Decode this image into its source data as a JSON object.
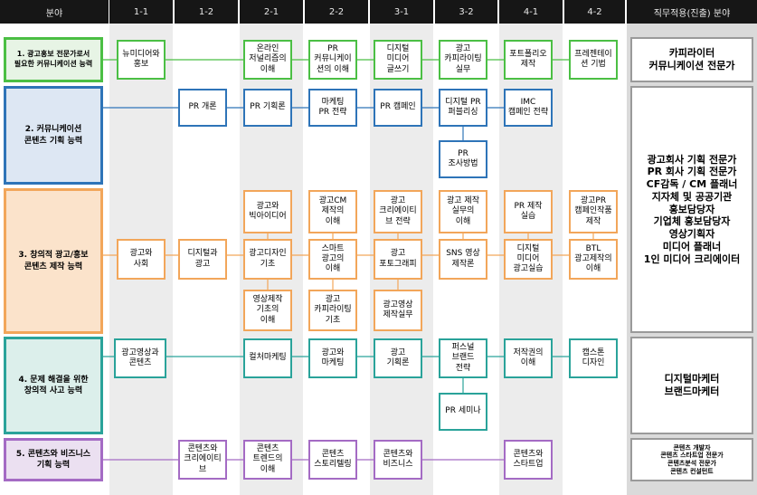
{
  "headers": [
    "분야",
    "1-1",
    "1-2",
    "2-1",
    "2-2",
    "3-1",
    "3-2",
    "4-1",
    "4-2",
    "직무적용(진출) 분야"
  ],
  "rows": [
    {
      "label": "1. 광고홍보 전문가로서\n필요한 커뮤니케이션 능력",
      "color": "#4bbf44",
      "fill": "#e7f4e5"
    },
    {
      "label": "2. 커뮤니케이션\n콘텐츠 기획 능력",
      "color": "#2e74b8",
      "fill": "#dde7f3"
    },
    {
      "label": "3. 창의적 광고/홍보\n콘텐츠 제작 능력",
      "color": "#f2a65a",
      "fill": "#fbe3cb"
    },
    {
      "label": "4. 문제 해결을 위한\n창의적 사고 능력",
      "color": "#2aa39a",
      "fill": "#dcefeb"
    },
    {
      "label": "5. 콘텐츠와 비즈니스\n기획 능력",
      "color": "#a46bc4",
      "fill": "#ebe0f1"
    }
  ],
  "jobs": [
    "카피라이터\n커뮤니케이션 전문가",
    "광고회사 기획 전문가\nPR 회사 기획 전문가\nCF감독 / CM 플래너\n지자체 및 공공기관\n홍보담당자\n기업체 홍보담당자\n영상기획자\n미디어 플래너\n1인 미디어 크리에이터",
    "디지털마케터\n브랜드마케터",
    "콘텐츠 개발자\n콘텐츠 스타트업 전문가\n콘텐츠분석 전문가\n콘텐츠 컨설턴트"
  ],
  "courses": {
    "r1": [
      "뉴미디어와\n홍보",
      "온라인\n저널리즘의\n이해",
      "PR\n커뮤니케이\n션의 이해",
      "디지털\n미디어\n글쓰기",
      "광고\n카피라이팅\n실무",
      "포트폴리오\n제작",
      "프레젠테이\n션 기법"
    ],
    "r2": [
      "PR 개론",
      "PR 기획론",
      "마케팅\nPR 전략",
      "PR 캠페인",
      "디지털 PR\n퍼블리싱",
      "IMC\n캠페인 전략",
      "PR\n조사방법"
    ],
    "r3": [
      "광고와\n빅아이디어",
      "광고CM\n제작의\n이해",
      "광고\n크리에이티\n브 전략",
      "광고 제작\n실무의\n이해",
      "PR 제작\n실습",
      "광고PR\n캠페인작품\n제작",
      "광고와\n사회",
      "디지털과\n광고",
      "광고디자인\n기초",
      "스마트\n광고의\n이해",
      "광고\n포토그래피",
      "SNS 영상\n제작론",
      "디지털\n미디어\n광고실습",
      "BTL\n광고제작의\n이해",
      "영상제작\n기초의\n이해",
      "광고\n카피라이팅\n기초",
      "광고영상\n제작실무"
    ],
    "r4": [
      "광고영상과\n콘텐츠",
      "컬처마케팅",
      "광고와\n마케팅",
      "광고\n기획론",
      "퍼스널\n브랜드\n전략",
      "저작권의\n이해",
      "캡스톤\n디자인",
      "PR 세미나"
    ],
    "r5": [
      "콘텐츠와\n크리에이티\n브",
      "콘텐츠\n트렌드의\n이해",
      "콘텐츠\n스토리텔링",
      "콘텐츠와\n비즈니스",
      "콘텐츠와\n스타트업"
    ]
  }
}
